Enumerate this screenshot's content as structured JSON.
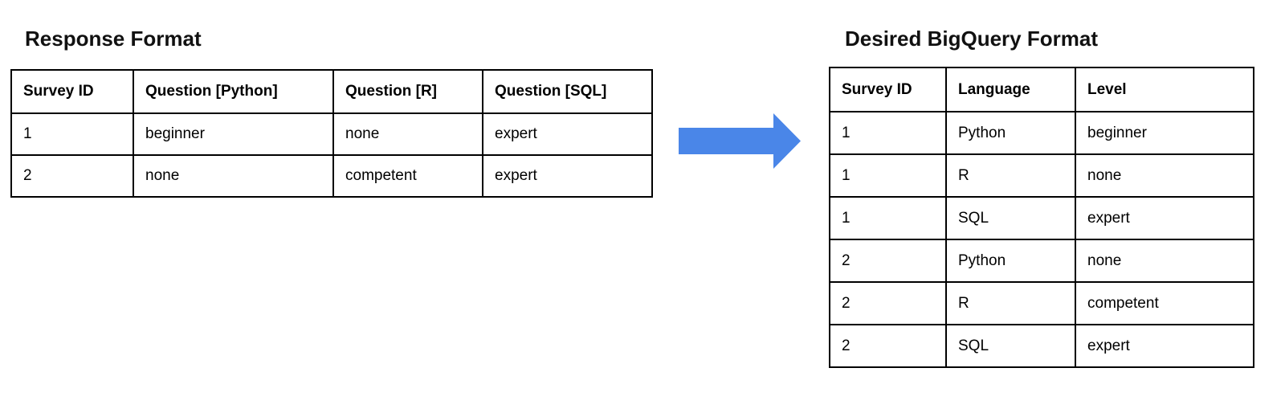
{
  "left_panel": {
    "title": "Response Format",
    "table": {
      "headers": [
        "Survey ID",
        "Question [Python]",
        "Question [R]",
        "Question [SQL]"
      ],
      "rows": [
        [
          "1",
          "beginner",
          "none",
          "expert"
        ],
        [
          "2",
          "none",
          "competent",
          "expert"
        ]
      ]
    }
  },
  "arrow": {
    "direction": "right",
    "color": "#4A86E8"
  },
  "right_panel": {
    "title": "Desired BigQuery Format",
    "table": {
      "headers": [
        "Survey ID",
        "Language",
        "Level"
      ],
      "rows": [
        [
          "1",
          "Python",
          "beginner"
        ],
        [
          "1",
          "R",
          "none"
        ],
        [
          "1",
          "SQL",
          "expert"
        ],
        [
          "2",
          "Python",
          "none"
        ],
        [
          "2",
          "R",
          "competent"
        ],
        [
          "2",
          "SQL",
          "expert"
        ]
      ]
    }
  }
}
